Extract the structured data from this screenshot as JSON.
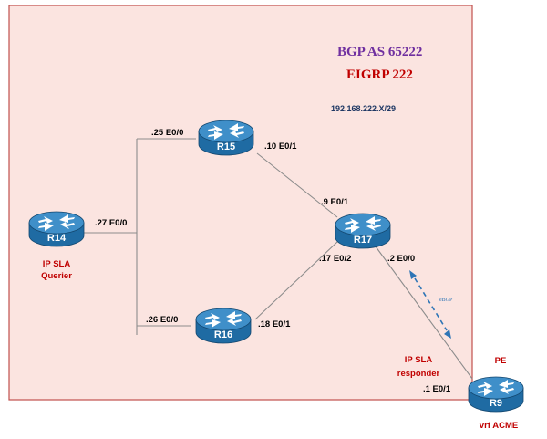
{
  "area": {
    "bgp_as": "BGP  AS 65222",
    "eigrp": "EIGRP 222",
    "subnet": "192.168.222.X/29"
  },
  "routers": {
    "r14": {
      "name": "R14",
      "iface": ".27 E0/0",
      "role_line1": "IP SLA",
      "role_line2": "Querier"
    },
    "r15": {
      "name": "R15",
      "iface_left": ".25 E0/0",
      "iface_right": ".10 E0/1"
    },
    "r16": {
      "name": "R16",
      "iface_left": ".26 E0/0",
      "iface_right": ".18 E0/1"
    },
    "r17": {
      "name": "R17",
      "iface_top": ".9 E0/1",
      "iface_left": ".17 E0/2",
      "iface_right": ".2 E0/0"
    },
    "r9": {
      "name": "R9",
      "label_top": "PE",
      "iface": ".1 E0/1",
      "role_line1": "IP SLA",
      "role_line2": "responder",
      "vrf": "vrf ACME"
    }
  },
  "ebgp_label": "eBGP",
  "colors": {
    "area_fill": "#fbe4e0",
    "area_border": "#c0504d",
    "router_body": "#1f6ba3",
    "router_top": "#3f8fc9",
    "link": "#8c8c8c",
    "ebgp_arrow": "#2e75b6"
  }
}
